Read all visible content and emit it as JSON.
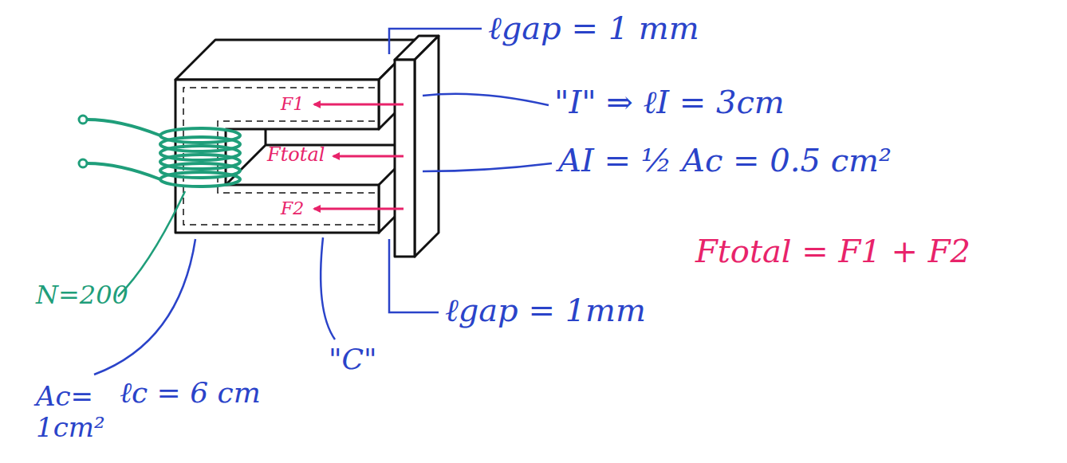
{
  "diagram": {
    "labels": [
      "ℓgap = 1 mm",
      "\"I\" ⇒ ℓI = 3cm",
      "AI = ½ Ac = 0.5 cm²",
      "F1",
      "Ftotal",
      "F2",
      "Ftotal = F1 + F2",
      "ℓgap = 1mm",
      "\"C\"",
      "N=200",
      "Ac= 1cm²",
      "ℓc = 6 cm"
    ]
  }
}
